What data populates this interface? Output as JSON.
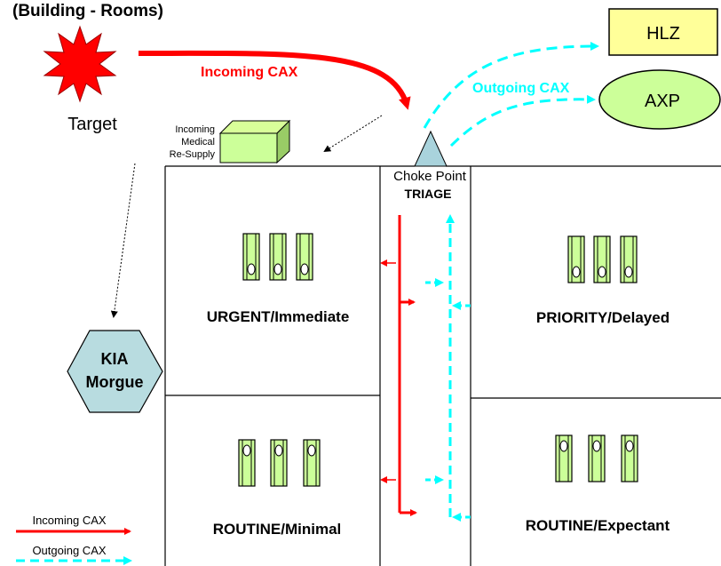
{
  "title": "(Building - Rooms)",
  "target": {
    "label": "Target"
  },
  "resupply": {
    "lines": [
      "Incoming",
      "Medical",
      "Re-Supply"
    ]
  },
  "flows": {
    "incoming": "Incoming CAX",
    "outgoing": "Outgoing CAX"
  },
  "destinations": {
    "hlz": "HLZ",
    "axp": "AXP"
  },
  "choke_point": {
    "line1": "Choke Point",
    "line2": "TRIAGE"
  },
  "rooms": {
    "urgent": "URGENT/Immediate",
    "priority": "PRIORITY/Delayed",
    "routine_minimal": "ROUTINE/Minimal",
    "routine_expectant": "ROUTINE/Expectant"
  },
  "morgue": {
    "line1": "KIA",
    "line2": "Morgue"
  },
  "legend": {
    "incoming": "Incoming CAX",
    "outgoing": "Outgoing CAX"
  },
  "colors": {
    "incoming": "#ff0000",
    "outgoing": "#00ffff",
    "stretcher": "#ccff99",
    "box_green": "#ccff99",
    "triangle": "#a9d3dc",
    "morgue": "#b8dce0",
    "hlz": "#ffff99",
    "axp": "#ccff99"
  }
}
